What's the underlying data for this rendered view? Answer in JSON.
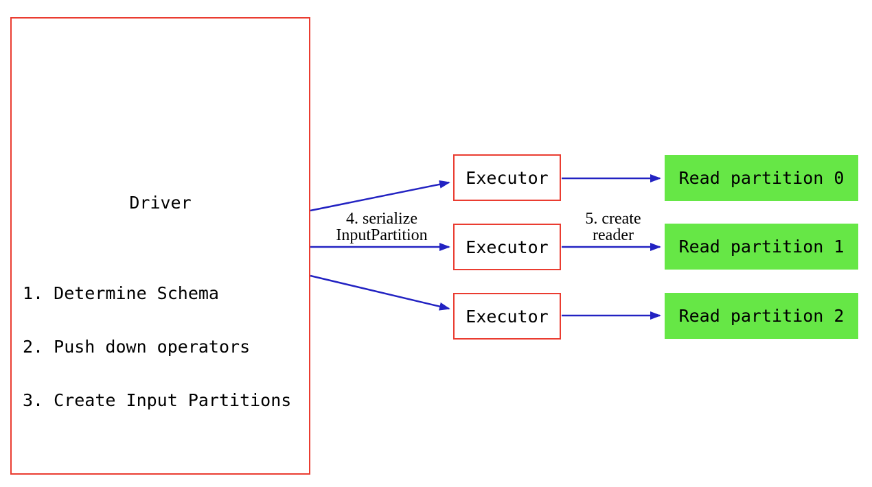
{
  "diagram": {
    "driver": {
      "title": "Driver",
      "steps": [
        "1. Determine Schema",
        "2. Push down operators",
        "3. Create Input Partitions"
      ]
    },
    "executors": [
      {
        "label": "Executor"
      },
      {
        "label": "Executor"
      },
      {
        "label": "Executor"
      }
    ],
    "partitions": [
      {
        "label": "Read partition 0"
      },
      {
        "label": "Read partition 1"
      },
      {
        "label": "Read partition 2"
      }
    ],
    "edge_labels": {
      "serialize": "4. serialize\nInputPartition",
      "create_reader": "5. create\nreader"
    },
    "colors": {
      "box_border": "#ea3c30",
      "arrow": "#2222c2",
      "partition_fill": "#66e746",
      "text": "#000000",
      "background": "#ffffff"
    }
  }
}
